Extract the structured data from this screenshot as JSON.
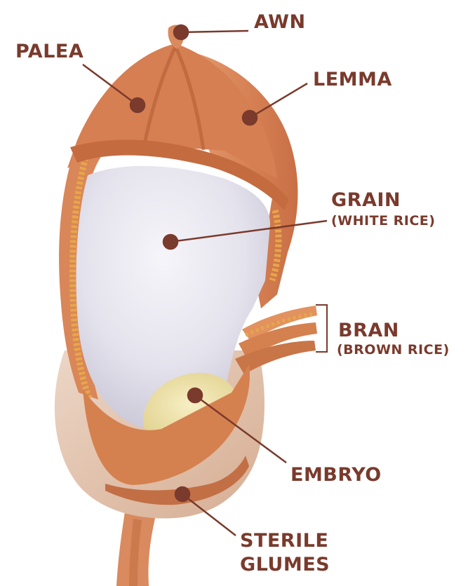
{
  "labels": {
    "awn": "AWN",
    "palea": "PALEA",
    "lemma": "LEMMA",
    "grain": "GRAIN",
    "grain_sub": "(WHITE RICE)",
    "bran": "BRAN",
    "bran_sub": "(BROWN RICE)",
    "embryo": "EMBRYO",
    "sterile": "STERILE",
    "glumes": "GLUMES"
  },
  "colors": {
    "label_text": "#7a3a2c",
    "leader_line": "#7a3a2c",
    "husk": "#d8885a",
    "husk_dark": "#b8623a",
    "grain": "#e6e4ee",
    "embryo": "#efe6b0",
    "glumes": "#e2c6b2"
  }
}
